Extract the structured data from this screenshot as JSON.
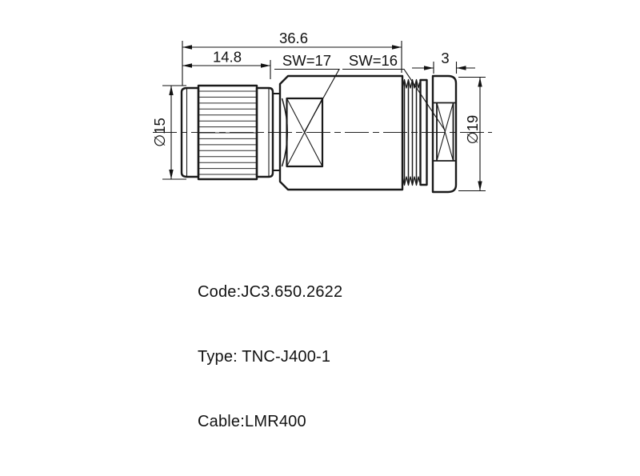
{
  "connector_drawing": {
    "dims": {
      "overall_length": "36.6",
      "coupling_length": "14.8",
      "hex_body": "SW=17",
      "hex_cap": "SW=16",
      "cap_thickness": "3",
      "coupling_diameter": "∅15",
      "cap_diameter": "∅19"
    },
    "info": {
      "code": "Code:JC3.650.2622",
      "type": "Type: TNC-J400-1",
      "cable": "Cable:LMR400"
    },
    "colors": {
      "line": "#1a1a1a",
      "text": "#111111",
      "background": "#ffffff"
    }
  }
}
